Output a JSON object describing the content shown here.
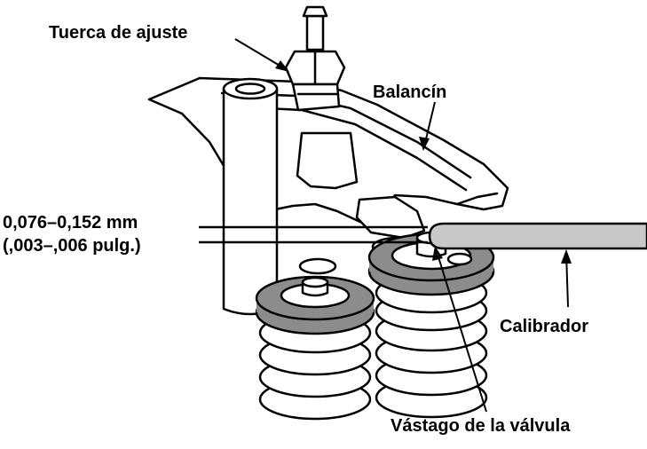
{
  "labels": {
    "adjusting_nut": "Tuerca de ajuste",
    "rocker_arm": "Balancín",
    "clearance_mm": "0,076–0,152 mm",
    "clearance_in": "(,003–,006 pulg.)",
    "feeler_gauge": "Calibrador",
    "valve_stem": "Vástago de la válvula"
  },
  "colors": {
    "outline": "#000000",
    "fill": "#ffffff",
    "retainer_gray": "#8c8c8c",
    "gauge_gray": "#c8c8c8"
  }
}
